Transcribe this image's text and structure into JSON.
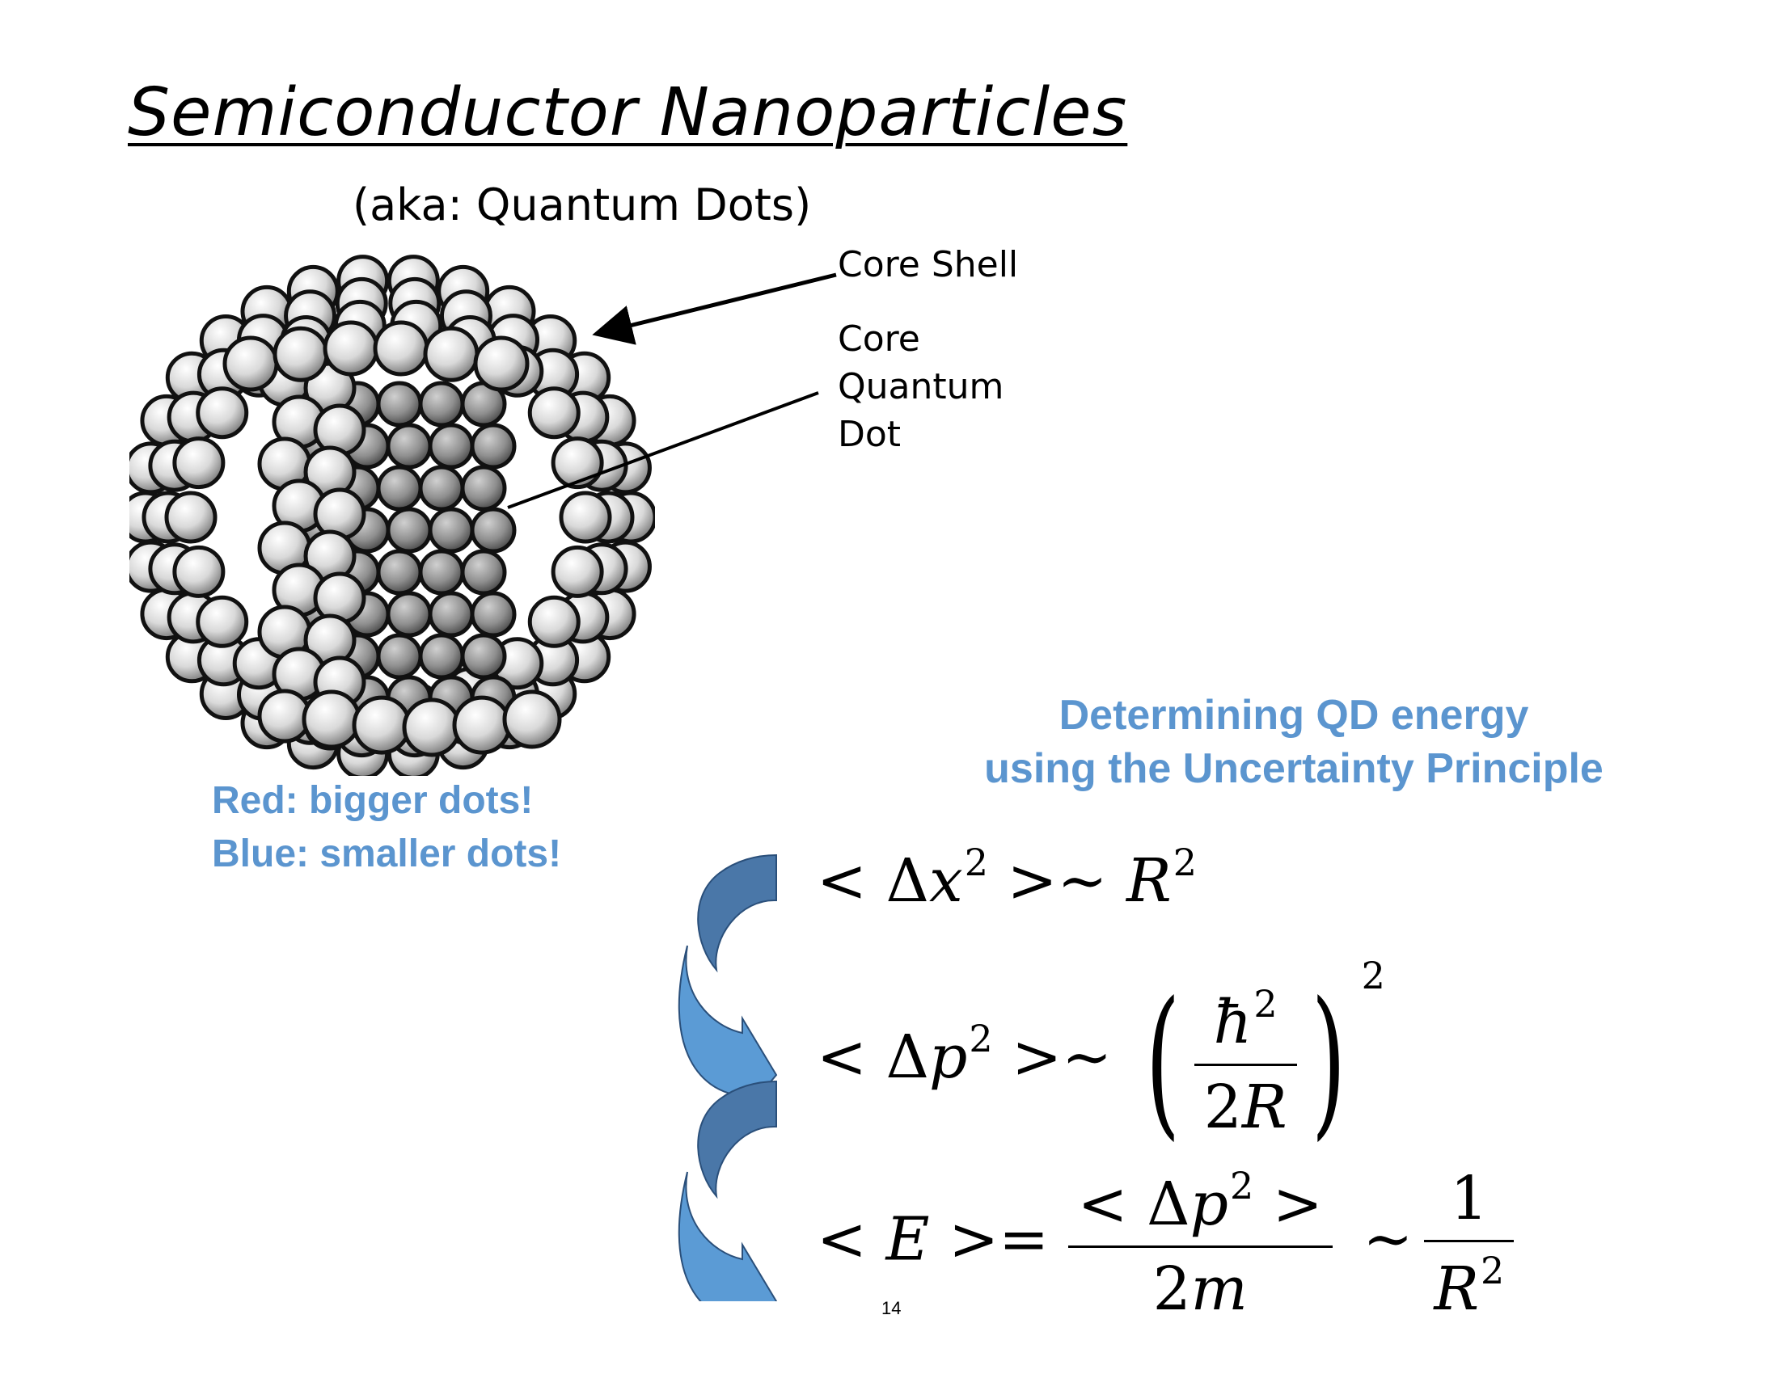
{
  "slide": {
    "title": "Semiconductor Nanoparticles",
    "subtitle": "(aka: Quantum Dots)",
    "page_number": "14"
  },
  "labels": {
    "core_shell": "Core Shell",
    "core_quantum_dot_line1": "Core",
    "core_quantum_dot_line2": "Quantum",
    "core_quantum_dot_line3": "Dot"
  },
  "notes": {
    "red": "Red: bigger dots!",
    "blue": "Blue: smaller dots!"
  },
  "heading": {
    "line1": "Determining QD energy",
    "line2": "using the Uncertainty Principle"
  },
  "equations": {
    "eq1": {
      "lhs_open": "< Δ",
      "var": "x",
      "exp": "2",
      "rel": " >∼ ",
      "rhs_var": "R",
      "rhs_exp": "2"
    },
    "eq2": {
      "lhs_open": "< Δ",
      "var": "p",
      "exp": "2",
      "rel": " >∼ ",
      "num": "ħ",
      "num_exp": "2",
      "den_coef": "2",
      "den_var": "R",
      "outer_exp": "2"
    },
    "eq3": {
      "lhs_open": "< ",
      "var": "E",
      "rel": " >= ",
      "num_open": "< Δ",
      "num_var": "p",
      "num_exp": "2",
      "num_close": " >",
      "den_coef": "2",
      "den_var": "m",
      "tilde": "∼",
      "rhs_num": "1",
      "rhs_den_var": "R",
      "rhs_den_exp": "2"
    }
  },
  "colors": {
    "accent_blue": "#5b95cf",
    "arrow_dark": "#4a77a8",
    "arrow_light": "#5b9bd5"
  }
}
